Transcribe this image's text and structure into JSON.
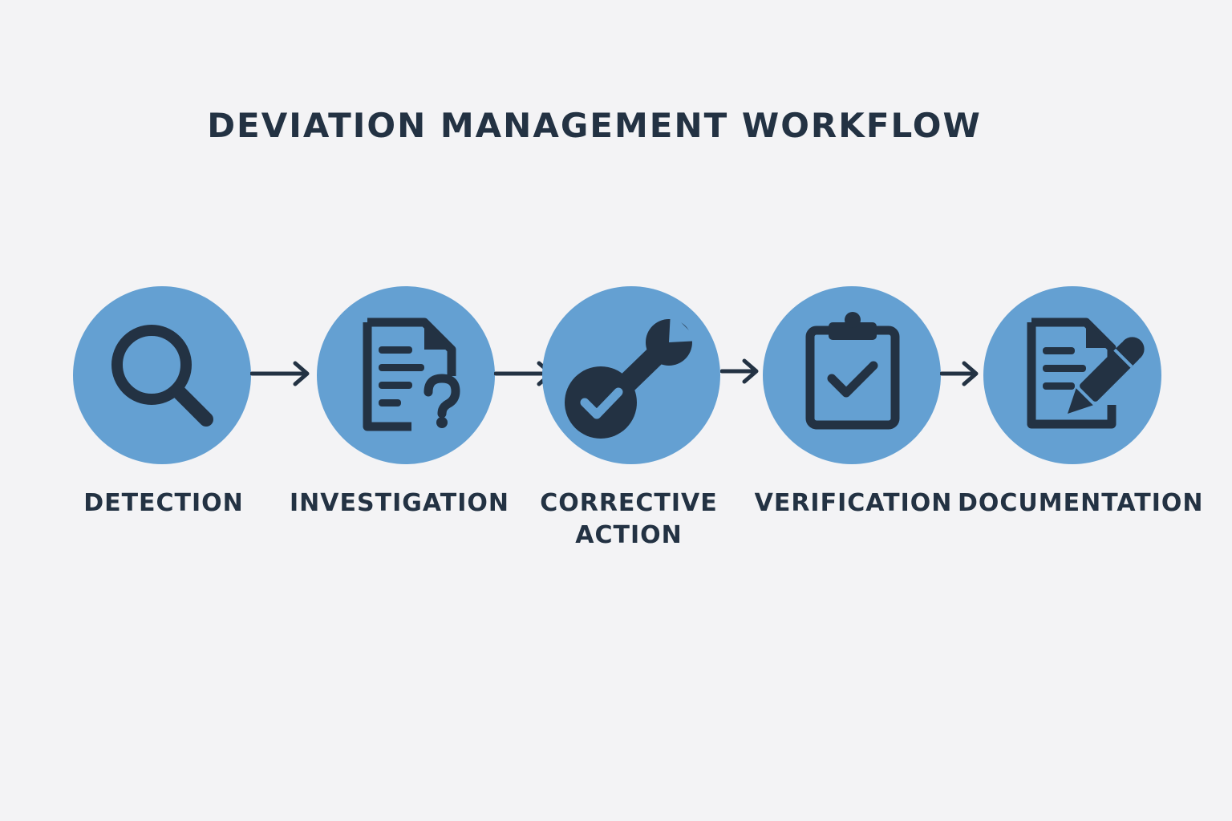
{
  "title": "DEVIATION MANAGEMENT WORKFLOW",
  "colors": {
    "background": "#f3f3f5",
    "circle": "#64a0d2",
    "ink": "#233243"
  },
  "steps": [
    {
      "label_lines": [
        "DETECTION"
      ],
      "icon": "magnifier-icon"
    },
    {
      "label_lines": [
        "INVESTIGATION"
      ],
      "icon": "document-question-icon"
    },
    {
      "label_lines": [
        "CORRECTIVE",
        "ACTION"
      ],
      "icon": "wrench-check-icon"
    },
    {
      "label_lines": [
        "VERIFICATION"
      ],
      "icon": "clipboard-check-icon"
    },
    {
      "label_lines": [
        "DOCUMENTATION"
      ],
      "icon": "document-pencil-icon"
    }
  ],
  "connectors": [
    "arrow-right-icon",
    "arrow-right-icon",
    "arrow-right-icon",
    "arrow-right-icon"
  ]
}
